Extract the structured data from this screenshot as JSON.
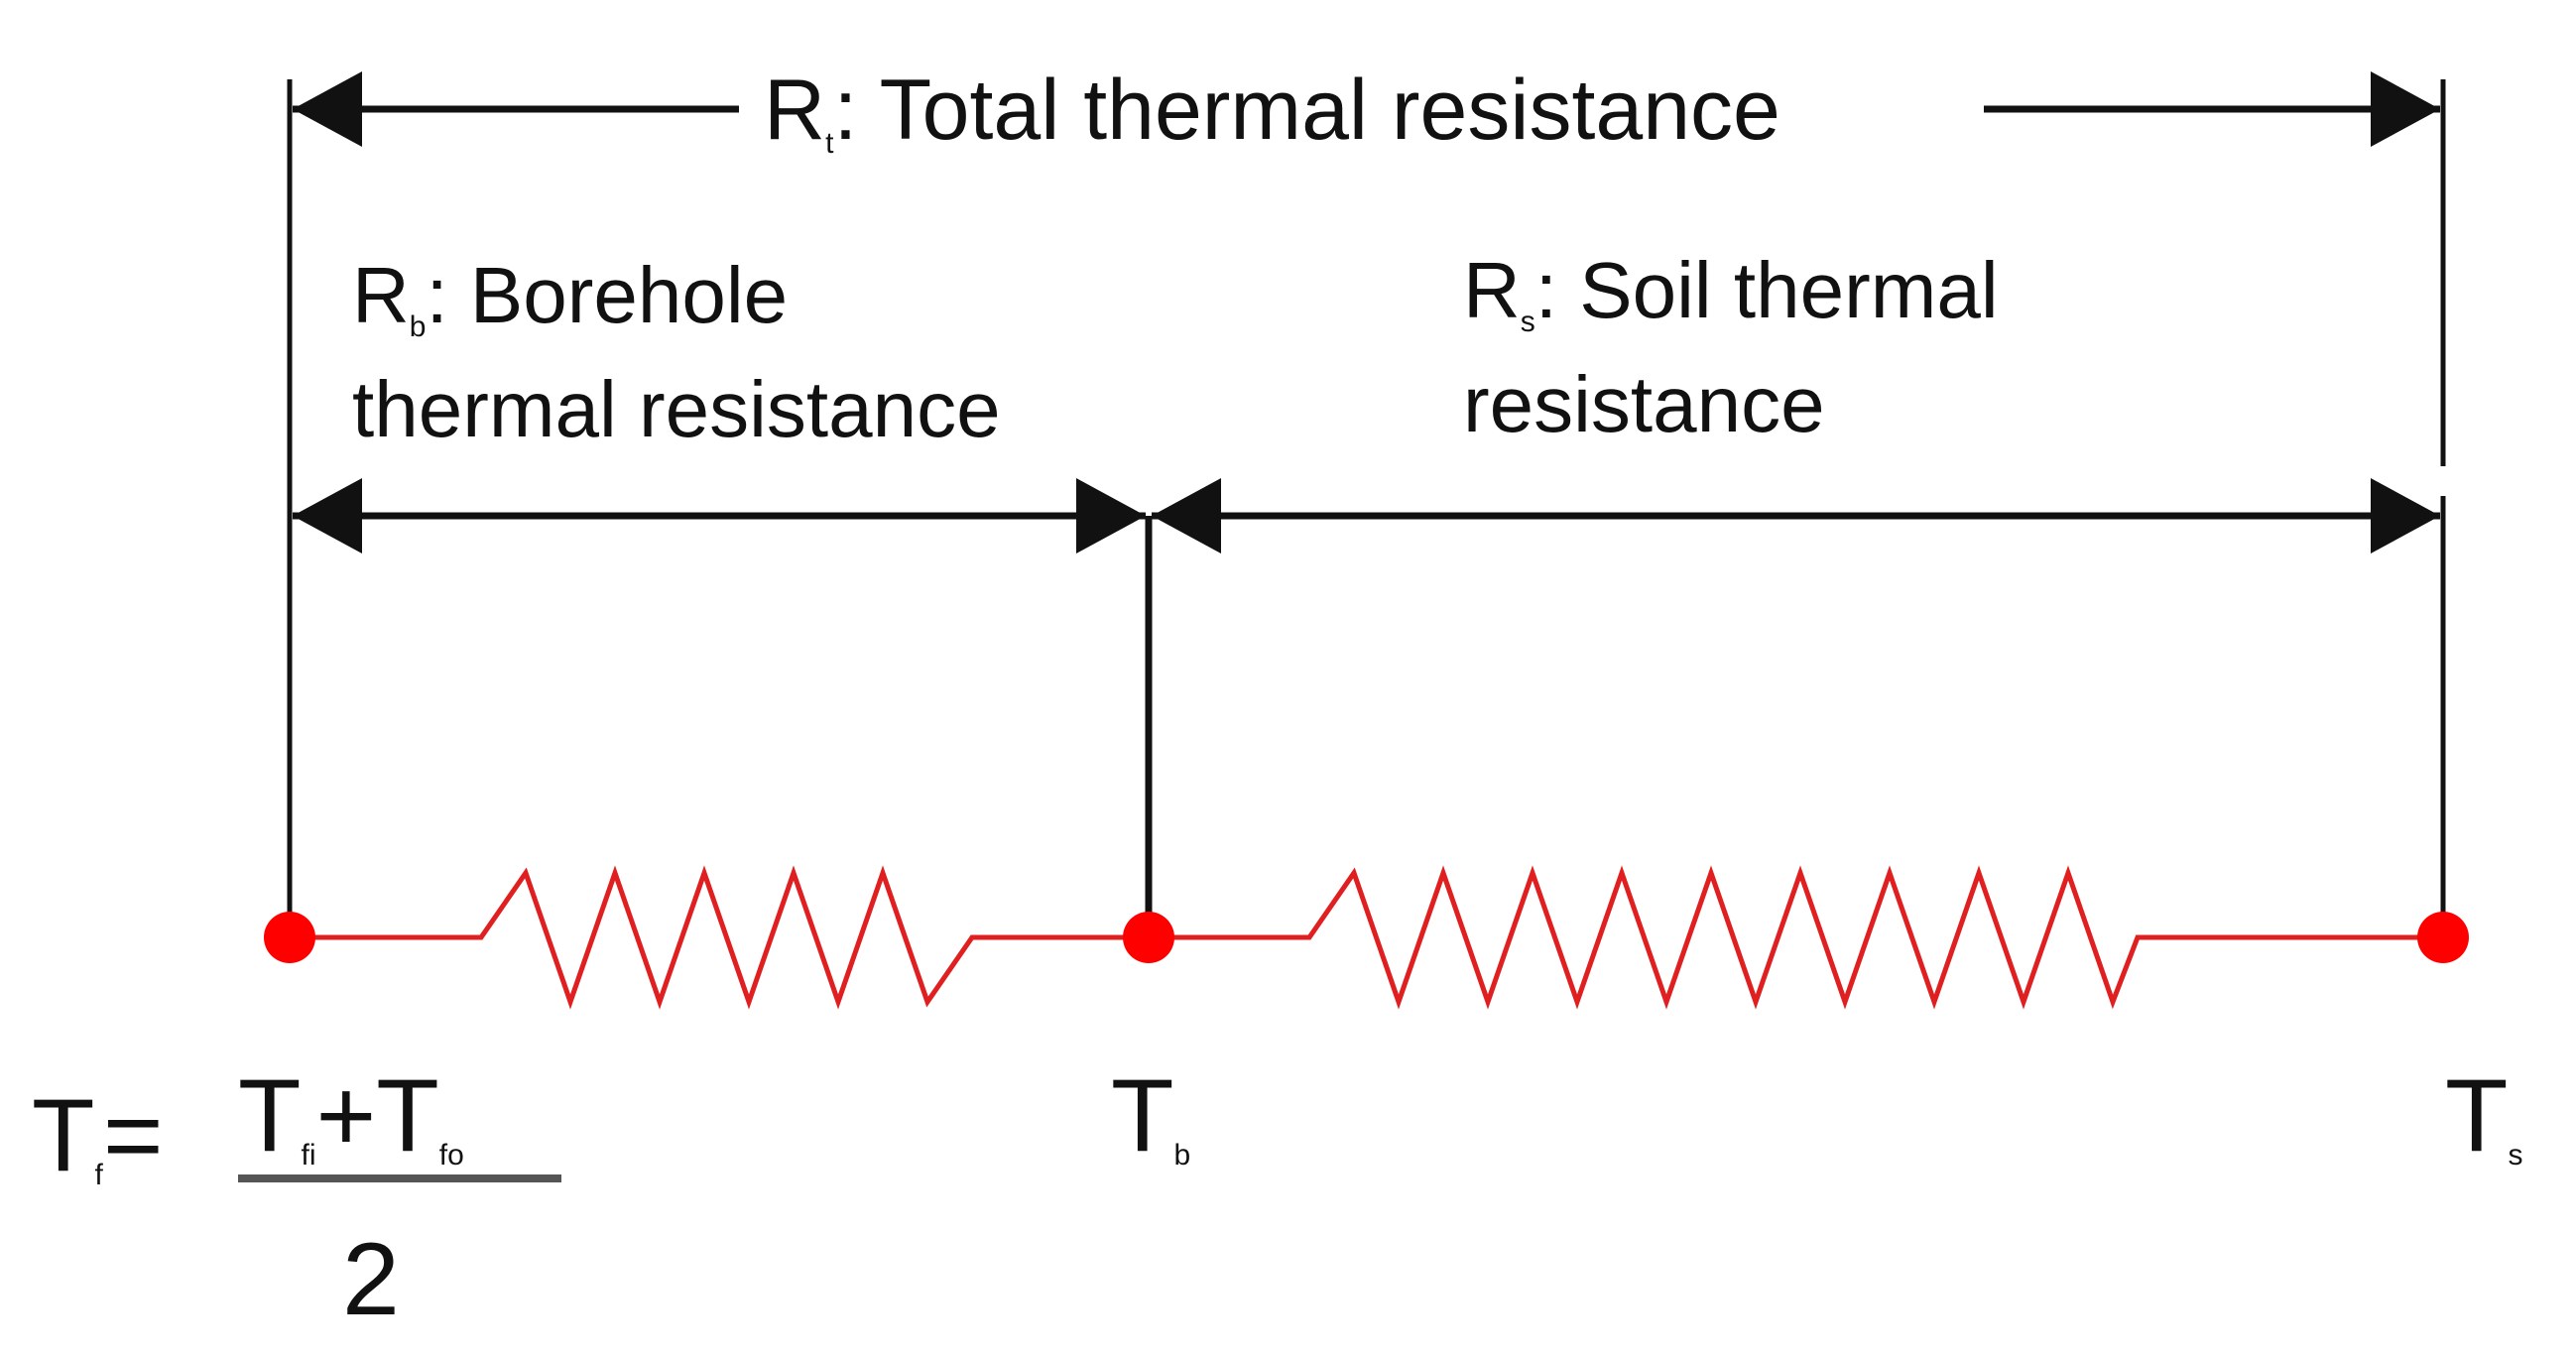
{
  "colors": {
    "line": "#111111",
    "resistor": "#e02020",
    "node": "#ff0000",
    "background": "#ffffff"
  },
  "total": {
    "symbol": "R",
    "subscript": "t",
    "text": ": Total thermal resistance"
  },
  "borehole": {
    "symbol": "R",
    "subscript": "b",
    "line1": ": Borehole",
    "line2": "thermal resistance"
  },
  "soil": {
    "symbol": "R",
    "subscript": "s",
    "line1": ": Soil thermal",
    "line2": "resistance"
  },
  "nodes": {
    "fluid": {
      "symbol": "T",
      "subscript": "f",
      "equals": "=",
      "num_term1_symbol": "T",
      "num_term1_subscript": "fi",
      "plus": "+",
      "num_term2_symbol": "T",
      "num_term2_subscript": "fo",
      "denominator": "2"
    },
    "borehole_wall": {
      "symbol": "T",
      "subscript": "b"
    },
    "soil": {
      "symbol": "T",
      "subscript": "s"
    }
  }
}
